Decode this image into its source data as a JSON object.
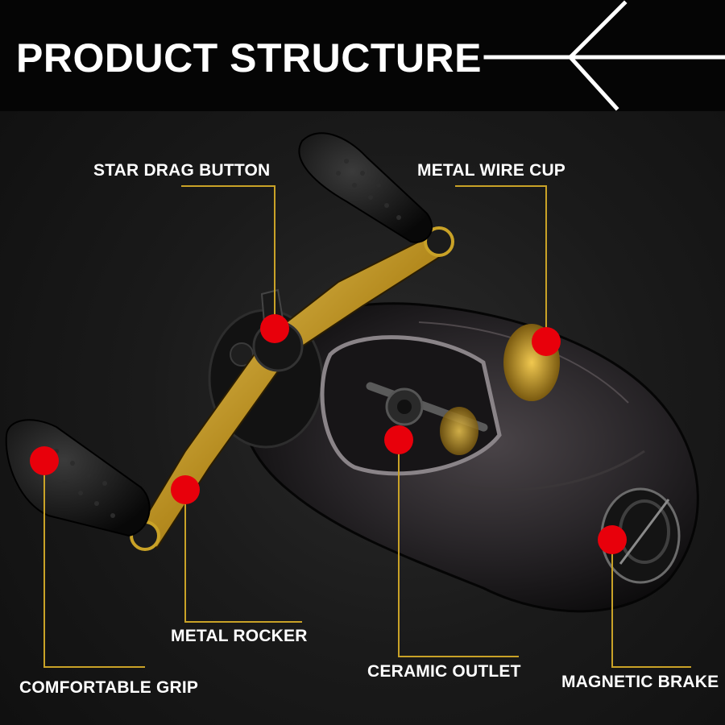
{
  "header": {
    "title": "PRODUCT STRUCTURE"
  },
  "colors": {
    "header_bg": "#050505",
    "leader_line": "#c9a227",
    "marker": "#e8000b",
    "text": "#ffffff"
  },
  "callouts": {
    "star_drag_button": "STAR DRAG BUTTON",
    "metal_wire_cup": "METAL WIRE CUP",
    "metal_rocker": "METAL ROCKER",
    "ceramic_outlet": "CERAMIC OUTLET",
    "magnetic_brake": "MAGNETIC BRAKE",
    "comfortable_grip": "COMFORTABLE GRIP"
  }
}
